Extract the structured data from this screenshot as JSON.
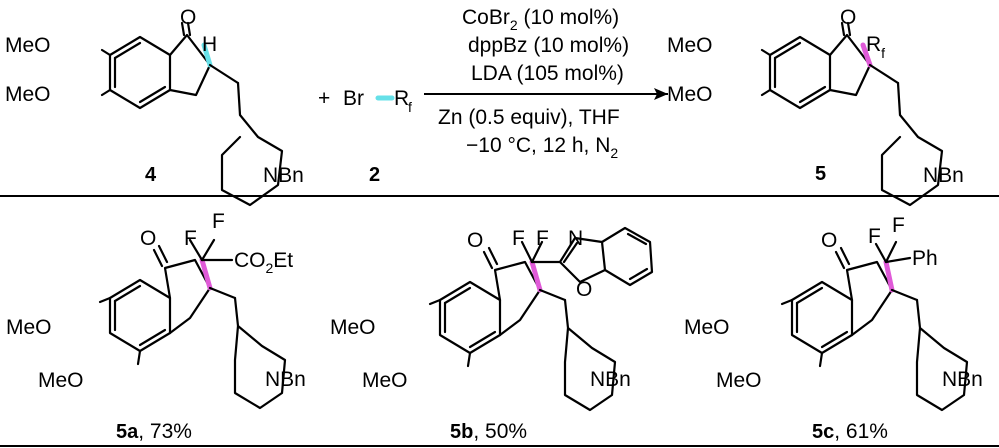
{
  "colors": {
    "highlight_cyan": "#66e0e8",
    "highlight_magenta": "#e05ad8",
    "ink": "#000000"
  },
  "reaction": {
    "reagent_plus": "+",
    "reagent_br": "Br",
    "reagent_rf": "R",
    "reagent_rf_sub": "f",
    "cond1_main": "CoBr",
    "cond1_sub": "2",
    "cond1_tail": " (10 mol%)",
    "cond2": "dppBz (10 mol%)",
    "cond3": "LDA (105 mol%)",
    "cond4": "Zn (0.5 equiv), THF",
    "cond5_main": "−10 °C, 12 h, N",
    "cond5_sub": "2",
    "product_rf": "R",
    "product_rf_sub": "f"
  },
  "atoms": {
    "oxygen": "O",
    "hydrogen": "H",
    "methoxy": "MeO",
    "nbn": "NBn",
    "fluorine": "F",
    "nitrogen": "N",
    "co2et_a": "CO",
    "co2et_sub": "2",
    "co2et_b": "Et",
    "phenyl": "Ph"
  },
  "compounds": {
    "c4": "4",
    "c2": "2",
    "c5": "5",
    "c5a": "5a",
    "c5a_yield": ", 73%",
    "c5b": "5b",
    "c5b_yield": ", 50%",
    "c5c": "5c",
    "c5c_yield": ", 61%"
  }
}
